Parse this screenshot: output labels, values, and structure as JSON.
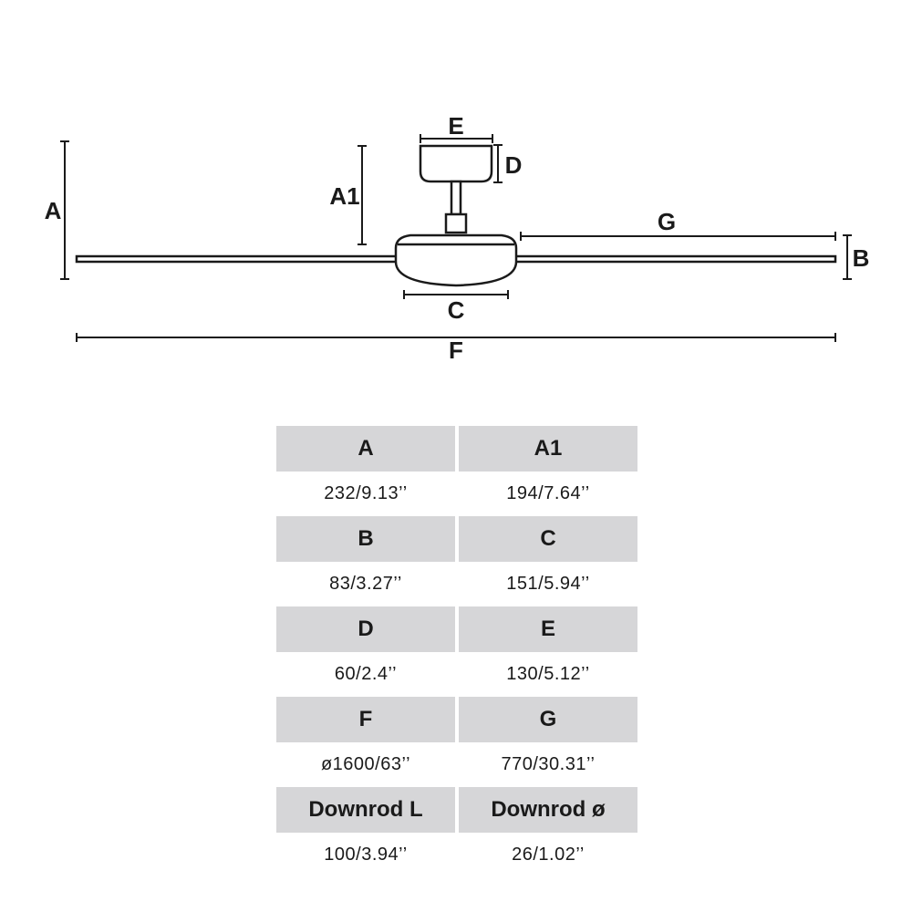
{
  "diagram": {
    "labels": {
      "a": "A",
      "a1": "A1",
      "b": "B",
      "c": "C",
      "d": "D",
      "e": "E",
      "f": "F",
      "g": "G"
    }
  },
  "table": {
    "rows": [
      {
        "headers": [
          "A",
          "A1"
        ],
        "values": [
          "232/9.13’’",
          "194/7.64’’"
        ]
      },
      {
        "headers": [
          "B",
          "C"
        ],
        "values": [
          "83/3.27’’",
          "151/5.94’’"
        ]
      },
      {
        "headers": [
          "D",
          "E"
        ],
        "values": [
          "60/2.4’’",
          "130/5.12’’"
        ]
      },
      {
        "headers": [
          "F",
          "G"
        ],
        "values": [
          "ø1600/63’’",
          "770/30.31’’"
        ]
      },
      {
        "headers": [
          "Downrod L",
          "Downrod ø"
        ],
        "values": [
          "100/3.94’’",
          "26/1.02’’"
        ]
      }
    ]
  }
}
